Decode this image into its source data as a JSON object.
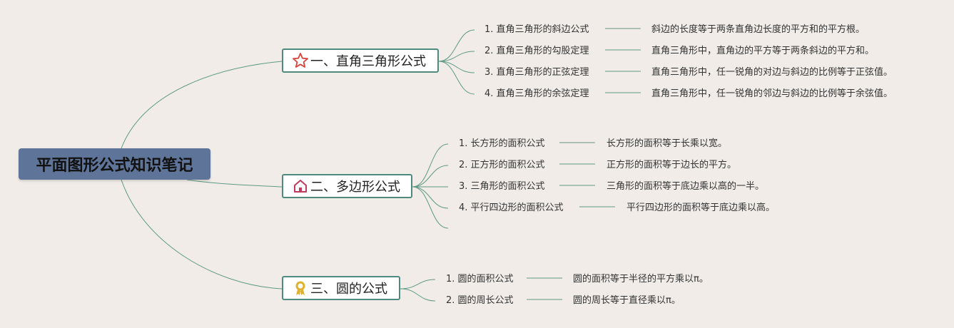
{
  "root": {
    "title": "平面图形公式知识笔记"
  },
  "branches": [
    {
      "title": "一、直角三角形公式",
      "icon": "star-icon",
      "items": [
        {
          "label": "1. 直角三角形的斜边公式",
          "desc": "斜边的长度等于两条直角边长度的平方和的平方根。"
        },
        {
          "label": "2. 直角三角形的勾股定理",
          "desc": "直角三角形中，直角边的平方等于两条斜边的平方和。"
        },
        {
          "label": "3. 直角三角形的正弦定理",
          "desc": "直角三角形中，任一锐角的对边与斜边的比例等于正弦值。"
        },
        {
          "label": "4. 直角三角形的余弦定理",
          "desc": "直角三角形中，任一锐角的邻边与斜边的比例等于余弦值。"
        }
      ]
    },
    {
      "title": "二、多边形公式",
      "icon": "house-icon",
      "items": [
        {
          "label": "1. 长方形的面积公式",
          "desc": "长方形的面积等于长乘以宽。"
        },
        {
          "label": "2. 正方形的面积公式",
          "desc": "正方形的面积等于边长的平方。"
        },
        {
          "label": "3. 三角形的面积公式",
          "desc": "三角形的面积等于底边乘以高的一半。"
        },
        {
          "label": "4. 平行四边形的面积公式",
          "desc": "平行四边形的面积等于底边乘以高。"
        }
      ]
    },
    {
      "title": "三、圆的公式",
      "icon": "award-ribbon-icon",
      "items": [
        {
          "label": "1. 圆的面积公式",
          "desc": "圆的面积等于半径的平方乘以π。"
        },
        {
          "label": "2. 圆的周长公式",
          "desc": "圆的周长等于直径乘以π。"
        }
      ]
    }
  ],
  "colors": {
    "background": "#f1ece7",
    "root_fill": "#5e7599",
    "branch_border": "#4e8a7e",
    "connector": "#5f9a86",
    "star": "#d9423a",
    "house": "#c23a5c",
    "award": "#e0b12d"
  }
}
